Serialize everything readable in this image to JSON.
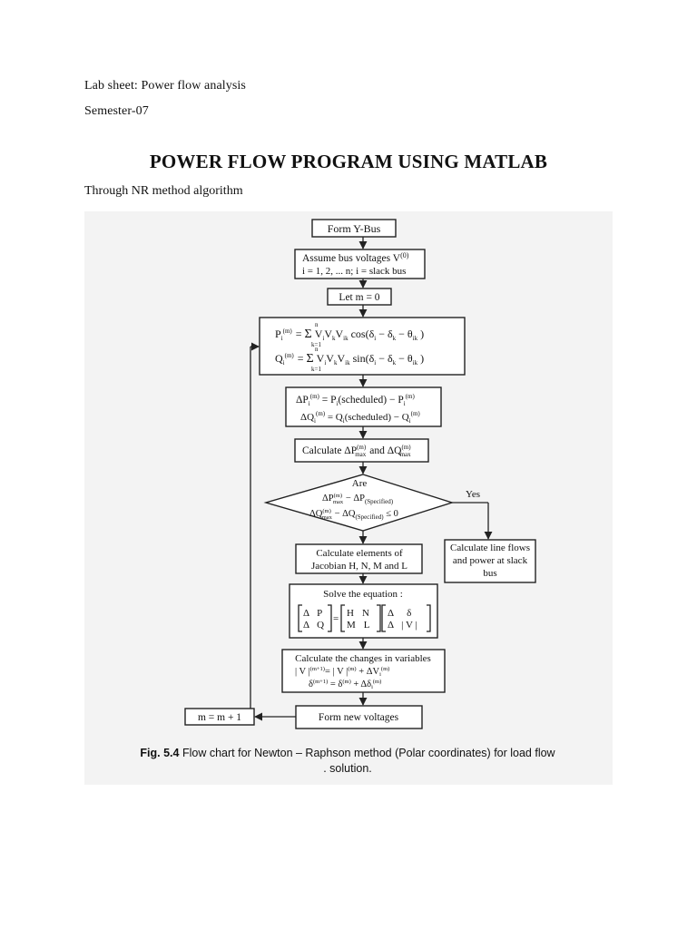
{
  "header": {
    "line1": "Lab sheet: Power flow analysis",
    "line2": "Semester-07",
    "title": "POWER FLOW PROGRAM USING MATLAB",
    "subtitle": "Through NR method algorithm"
  },
  "flowchart": {
    "form_ybus": "Form Y-Bus",
    "assume_line1": "Assume bus voltages V",
    "assume_sup": "(0)",
    "assume_line2": "i = 1, 2, ... n; i = slack bus",
    "let_m": "Let m = 0",
    "p_lhs": "P",
    "p_sum": "Σ",
    "p_terms": "V",
    "p_trig": "cos(δ",
    "q_lhs": "Q",
    "q_trig": "sin(δ",
    "mismatch_p": "(scheduled) − P",
    "mismatch_q": "(scheduled) − Q",
    "calc_max": "Calculate ΔP",
    "calc_and": "and ΔQ",
    "decision_are": "Are",
    "decision_sym": "ΔP",
    "decision_sym2": "ΔQ",
    "decision_spec": "(Specified)",
    "yes": "Yes",
    "jacobian_line1": "Calculate elements of",
    "jacobian_line2": "Jacobian H, N, M and L",
    "solve_title": "Solve the equation :",
    "matrix_a1": "Δ",
    "matrix_p": "P",
    "matrix_q": "Q",
    "matrix_h": "H",
    "matrix_n": "N",
    "matrix_m": "M",
    "matrix_l": "L",
    "matrix_delta": "δ",
    "matrix_v": "| V |",
    "changes_title": "Calculate the changes in variables",
    "changes_v": "| V |",
    "changes_eq": "= | V |",
    "changes_delta": "δ",
    "new_voltages": "Form new voltages",
    "increment": "m = m + 1",
    "line_flows_1": "Calculate line flows",
    "line_flows_2": "and power at slack",
    "line_flows_3": "bus"
  },
  "caption": {
    "label": "Fig. 5.4",
    "text": "Flow chart for Newton – Raphson method (Polar coordinates) for load flow",
    "text2": ". solution."
  }
}
